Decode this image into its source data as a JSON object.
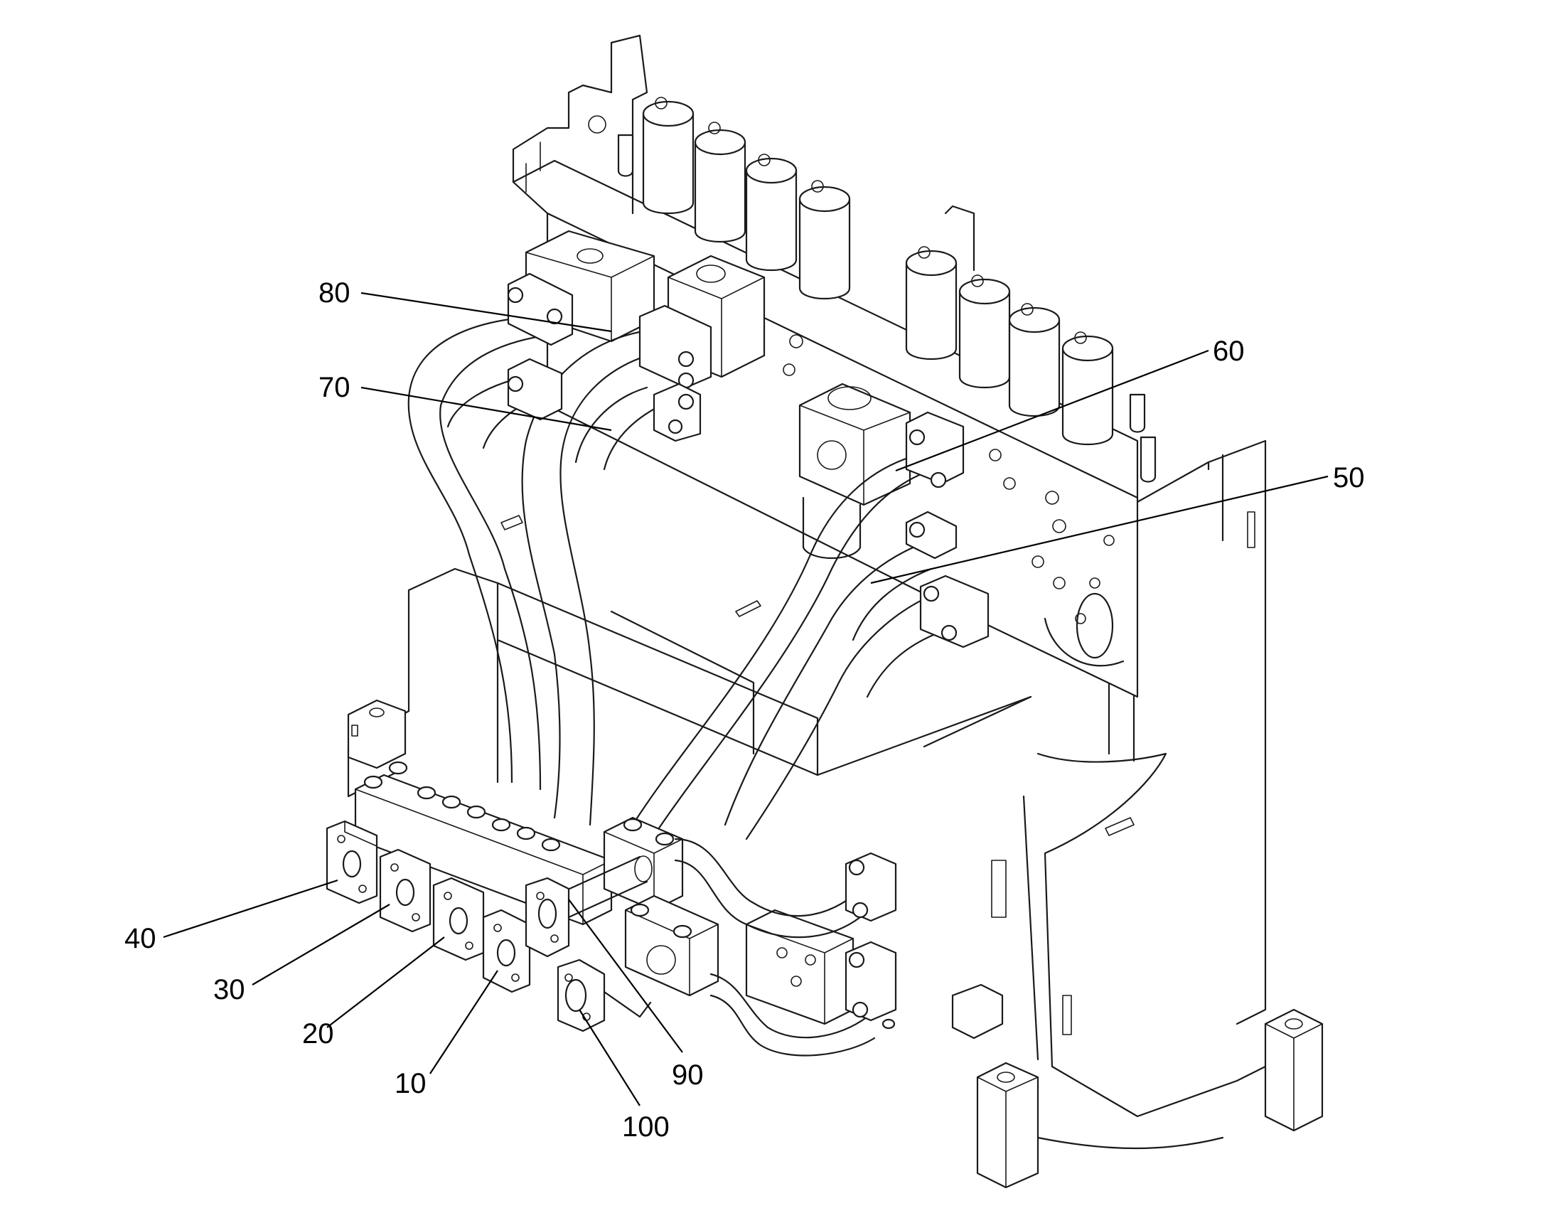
{
  "callouts": [
    {
      "id": "80",
      "text": "80"
    },
    {
      "id": "70",
      "text": "70"
    },
    {
      "id": "60",
      "text": "60"
    },
    {
      "id": "50",
      "text": "50"
    },
    {
      "id": "40",
      "text": "40"
    },
    {
      "id": "30",
      "text": "30"
    },
    {
      "id": "20",
      "text": "20"
    },
    {
      "id": "10",
      "text": "10"
    },
    {
      "id": "90",
      "text": "90"
    },
    {
      "id": "100",
      "text": "100"
    }
  ]
}
